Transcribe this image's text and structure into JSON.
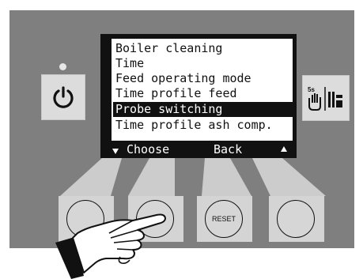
{
  "panel": {
    "power_icon": "power-icon",
    "right_button_icon": "manual-feed-hold-icon",
    "right_button_caption": "5s"
  },
  "lcd": {
    "menu_items": [
      {
        "label": "Boiler cleaning",
        "selected": false
      },
      {
        "label": "Time",
        "selected": false
      },
      {
        "label": "Feed operating mode",
        "selected": false
      },
      {
        "label": "Time profile feed",
        "selected": false
      },
      {
        "label": "Probe switching",
        "selected": true
      },
      {
        "label": "Time profile ash comp.",
        "selected": false
      }
    ],
    "softkey_left": "Choose",
    "softkey_right": "Back",
    "scroll_down_icon": "triangle-down-icon",
    "scroll_up_icon": "triangle-up-icon"
  },
  "keys": {
    "reset_label": "RESET"
  },
  "colors": {
    "panel": "#7f7f7f",
    "lcd_background": "#111111",
    "lcd_text": "#111111",
    "button_face": "#dcdcdc"
  }
}
